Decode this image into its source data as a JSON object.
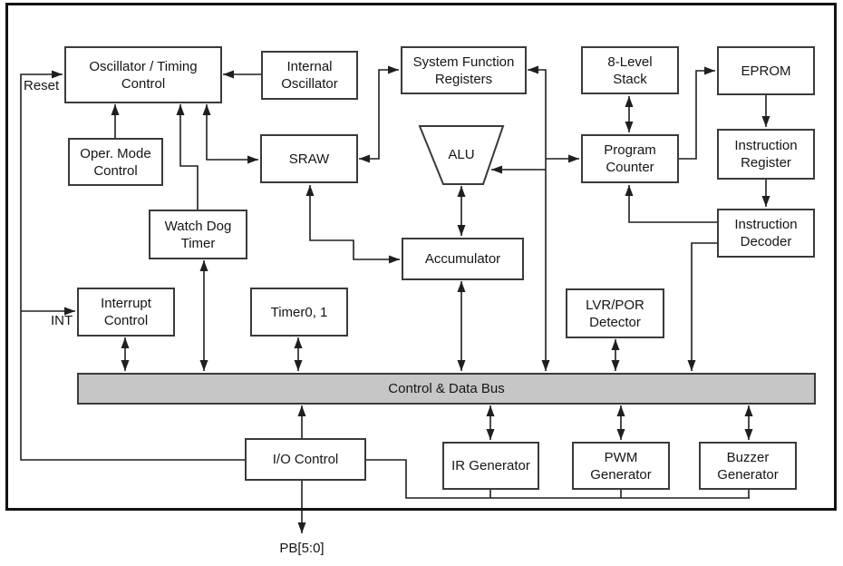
{
  "diagram": {
    "type": "microcontroller-block-diagram",
    "blocks": {
      "osc_timing": {
        "line1": "Oscillator / Timing",
        "line2": "Control"
      },
      "internal_osc": {
        "line1": "Internal",
        "line2": "Oscillator"
      },
      "sys_func": {
        "line1": "System Function",
        "line2": "Registers"
      },
      "stack": {
        "line1": "8-Level",
        "line2": "Stack"
      },
      "eprom": {
        "line1": "EPROM"
      },
      "oper_mode": {
        "line1": "Oper. Mode",
        "line2": "Control"
      },
      "sraw": {
        "line1": "SRAW"
      },
      "alu": {
        "line1": "ALU"
      },
      "program_counter": {
        "line1": "Program",
        "line2": "Counter"
      },
      "instruction_register": {
        "line1": "Instruction",
        "line2": "Register"
      },
      "watch_dog": {
        "line1": "Watch Dog",
        "line2": "Timer"
      },
      "instruction_decoder": {
        "line1": "Instruction",
        "line2": "Decoder"
      },
      "accumulator": {
        "line1": "Accumulator"
      },
      "interrupt": {
        "line1": "Interrupt",
        "line2": "Control"
      },
      "timer01": {
        "line1": "Timer0, 1"
      },
      "lvr_por": {
        "line1": "LVR/POR",
        "line2": "Detector"
      },
      "io_control": {
        "line1": "I/O Control"
      },
      "ir_gen": {
        "line1": "IR Generator"
      },
      "pwm_gen": {
        "line1": "PWM",
        "line2": "Generator"
      },
      "buzzer_gen": {
        "line1": "Buzzer",
        "line2": "Generator"
      }
    },
    "bus_label": "Control & Data Bus",
    "pins": {
      "reset": "Reset",
      "int": "INT",
      "pb": "PB[5:0]"
    },
    "colors": {
      "background": "#ffffff",
      "box_fill": "#ffffff",
      "box_border": "#3a3a3a",
      "bus_fill": "#c6c6c6",
      "wire": "#1f1f1f",
      "frame": "#121212",
      "text": "#151515"
    },
    "connections": [
      "I/O Control -> Oscillator / Timing Control (Reset, one-way)",
      "I/O Control -> Interrupt Control (INT, one-way)",
      "Internal Oscillator -> Oscillator / Timing Control (one-way)",
      "Oper. Mode Control -> Oscillator / Timing Control (one-way)",
      "Watch Dog Timer -> Oscillator / Timing Control (one-way)",
      "SRAW <-> Oscillator / Timing Control (two-way)",
      "SRAW <-> System Function Registers (two-way)",
      "SRAW <-> Accumulator (two-way)",
      "Rail net: System Function Registers / ALU / Program Counter / Control & Data Bus",
      "8-Level Stack <-> Program Counter (two-way)",
      "Program Counter -> EPROM (one-way)",
      "EPROM -> Instruction Register (one-way)",
      "Instruction Register -> Instruction Decoder (one-way)",
      "Instruction Decoder -> Program Counter (one-way)",
      "Instruction Decoder -> Control & Data Bus (one-way)",
      "ALU <-> Accumulator (two-way)",
      "Accumulator <-> Control & Data Bus (two-way)",
      "Watch Dog Timer <-> Control & Data Bus (two-way)",
      "Interrupt Control <-> Control & Data Bus (two-way)",
      "Timer0, 1 <-> Control & Data Bus (two-way)",
      "LVR/POR Detector <-> Control & Data Bus (two-way)",
      "IR Generator <-> Control & Data Bus (two-way)",
      "PWM Generator <-> Control & Data Bus (two-way)",
      "Buzzer Generator <-> Control & Data Bus (two-way)",
      "I/O Control -> Control & Data Bus (one-way)",
      "I/O Control -> PB[5:0] (one-way, external)",
      "I/O Control - IR Generator / PWM Generator / Buzzer Generator (bottom link)"
    ]
  }
}
